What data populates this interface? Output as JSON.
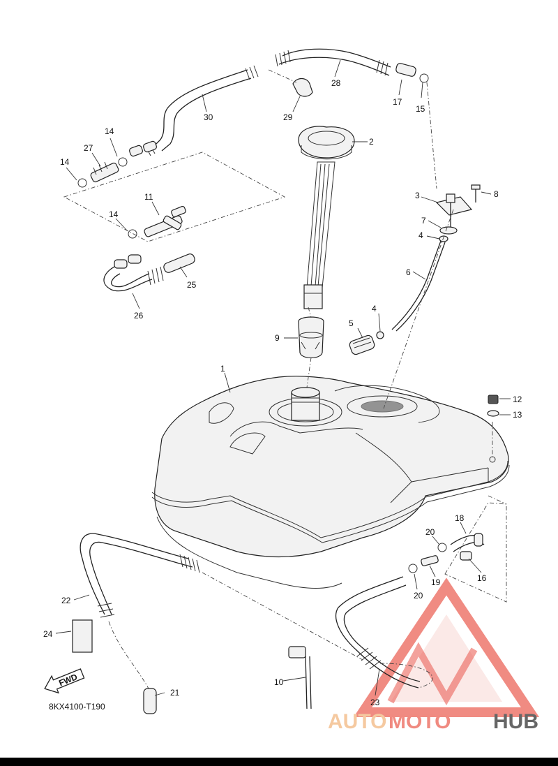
{
  "callouts": [
    "1",
    "2",
    "3",
    "4",
    "4",
    "5",
    "6",
    "7",
    "8",
    "9",
    "10",
    "11",
    "12",
    "13",
    "14",
    "14",
    "14",
    "15",
    "16",
    "17",
    "18",
    "19",
    "20",
    "20",
    "21",
    "22",
    "23",
    "24",
    "25",
    "26",
    "27",
    "28",
    "29",
    "30"
  ],
  "diagram_code": "8KX4100-T190",
  "fwd_label": "FWD",
  "watermark": {
    "part1": "AUTO",
    "part2": "MOTO",
    "part3": "HUB",
    "color_auto": "#f5c9a0",
    "color_moto": "#f08a80",
    "color_hub": "#666666",
    "logo_color": "#e84a3c"
  }
}
